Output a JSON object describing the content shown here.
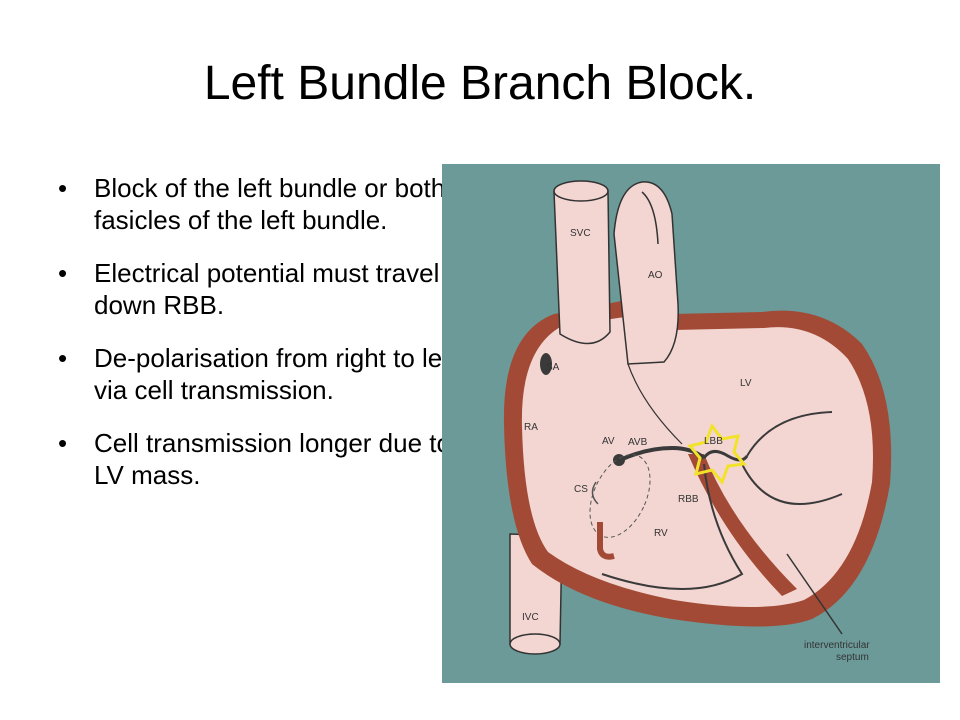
{
  "slide": {
    "title": "Left Bundle Branch Block.",
    "bullets": [
      "Block of the left bundle or both fasicles of the left bundle.",
      "Electrical potential must travel down RBB.",
      "De-polarisation from right to left via cell transmission.",
      "Cell transmission longer due to LV mass."
    ],
    "bullet_marker": "•"
  },
  "diagram": {
    "labels": {
      "svc": "SVC",
      "ao": "AO",
      "sa": "SA",
      "lv": "LV",
      "ra": "RA",
      "av": "AV",
      "avb": "AVB",
      "lbb": "LBB",
      "cs": "CS",
      "rbb": "RBB",
      "rv": "RV",
      "ivc": "IVC",
      "septum_line1": "interventricular",
      "septum_line2": "septum"
    },
    "colors": {
      "background": "#6b9a99",
      "tissue": "#f3d6d2",
      "muscle": "#a24a35",
      "conduction": "#3a3a3a",
      "block_marker": "#f2e22a"
    }
  }
}
